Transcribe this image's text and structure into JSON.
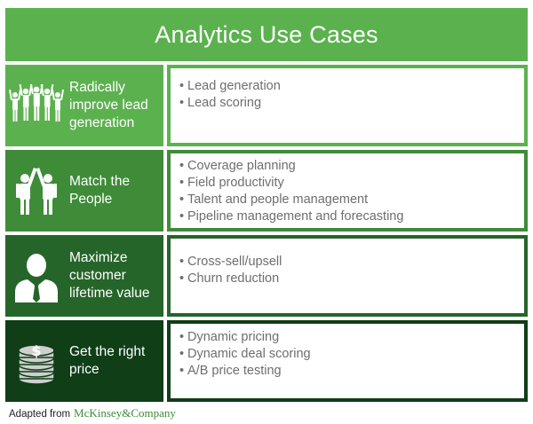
{
  "title": "Analytics Use Cases",
  "rows": [
    {
      "label": "Radically improve lead generation",
      "color": "#5cb14f",
      "icon": "group-people-cheering-icon",
      "items": [
        "Lead generation",
        "Lead scoring"
      ]
    },
    {
      "label": "Match the People",
      "color": "#3e8c38",
      "icon": "high-five-people-icon",
      "items": [
        "Coverage planning",
        "Field productivity",
        "Talent and people management",
        "Pipeline management and forecasting"
      ]
    },
    {
      "label": "Maximize customer lifetime value",
      "color": "#26652a",
      "icon": "businessman-icon",
      "items": [
        "Cross-sell/upsell",
        "Churn reduction"
      ]
    },
    {
      "label": "Get the right price",
      "color": "#0f3e17",
      "icon": "coin-stack-dollar-icon",
      "items": [
        "Dynamic pricing",
        "Dynamic deal scoring",
        "A/B price testing"
      ]
    }
  ],
  "footer": {
    "prefix": "Adapted from",
    "brand": "McKinsey&Company"
  }
}
